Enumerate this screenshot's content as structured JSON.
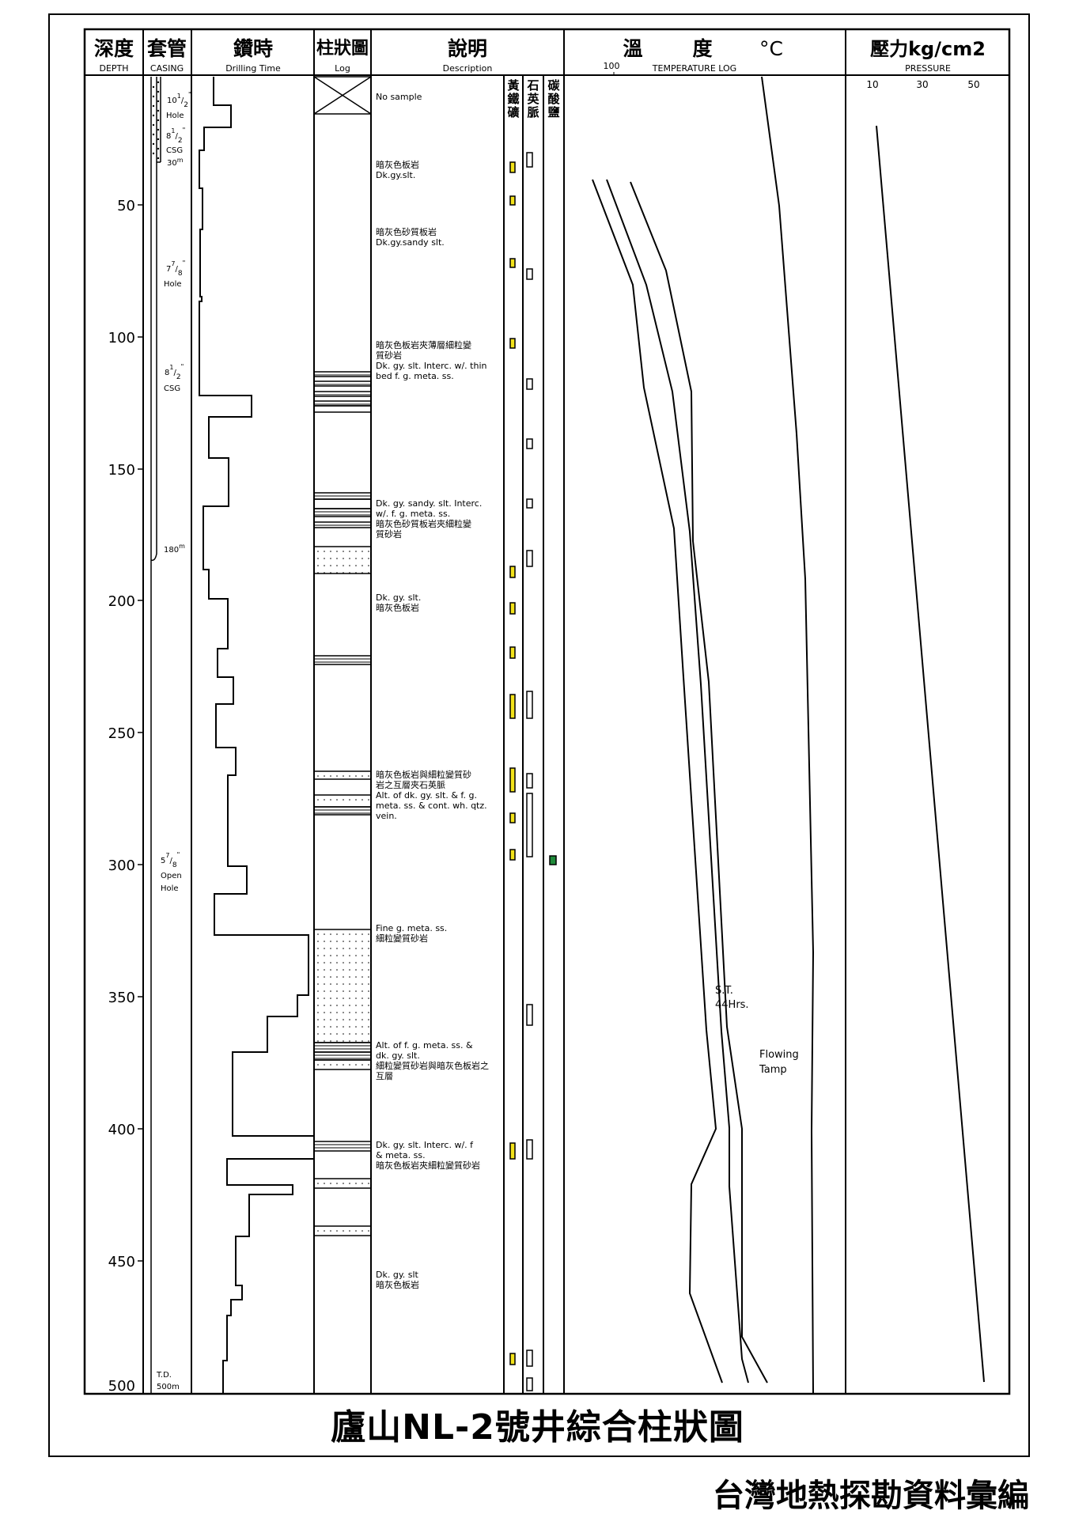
{
  "header": {
    "depth_cn": "深度",
    "depth_en": "DEPTH",
    "casing_cn": "套管",
    "casing_en": "CASING",
    "drill_cn": "鑽時",
    "drill_en": "Drilling Time",
    "log_cn": "柱狀圖",
    "log_en": "Log",
    "desc_cn": "說明",
    "desc_en": "Description",
    "temp_cn1": "溫",
    "temp_cn2": "度",
    "temp_unit": "°C",
    "temp_scale": "100",
    "temp_en": "TEMPERATURE LOG",
    "press_cn": "壓力kg/cm2",
    "press_en": "PRESSURE",
    "press_ticks": [
      "10",
      "30",
      "50"
    ]
  },
  "depth_labels": [
    "50",
    "100",
    "150",
    "200",
    "250",
    "300",
    "350",
    "400",
    "450",
    "500"
  ],
  "minerals": {
    "pyrite": [
      "黃",
      "鐵",
      "礦"
    ],
    "quartz": [
      "石",
      "英",
      "脈"
    ],
    "carbonate": [
      "碳",
      "酸",
      "鹽"
    ]
  },
  "casing_notes": {
    "hole1": {
      "whole": "10",
      "num": "1",
      "den": "2",
      "mark": "\"",
      "label": "Hole"
    },
    "csg1": {
      "whole": "8",
      "num": "1",
      "den": "2",
      "mark": "\"",
      "label": "CSG",
      "depth": "30",
      "sup": "m"
    },
    "hole2": {
      "whole": "7",
      "num": "7",
      "den": "8",
      "mark": "\"",
      "label": "Hole"
    },
    "csg2": {
      "whole": "8",
      "num": "1",
      "den": "2",
      "mark": "\"",
      "label": "CSG"
    },
    "csg2_depth": {
      "value": "180",
      "sup": "m"
    },
    "open": {
      "whole": "5",
      "num": "7",
      "den": "8",
      "mark": "\"",
      "label1": "Open",
      "label2": "Hole"
    },
    "td": {
      "line1": "T.D.",
      "line2": "500m"
    }
  },
  "descriptions": [
    {
      "id": "d0",
      "lines": [
        "No sample"
      ]
    },
    {
      "id": "d1",
      "lines": [
        "暗灰色板岩",
        "Dk.gy.slt."
      ]
    },
    {
      "id": "d2",
      "lines": [
        "暗灰色砂質板岩",
        "Dk.gy.sandy slt."
      ]
    },
    {
      "id": "d3",
      "lines": [
        "暗灰色板岩夾薄層細粒變",
        "質砂岩",
        "Dk. gy. slt. Interc. w/. thin",
        "bed    f. g. meta. ss."
      ]
    },
    {
      "id": "d4",
      "lines": [
        "Dk. gy. sandy. slt. Interc.",
        "w/. f. g. meta. ss.",
        "暗灰色砂質板岩夾細粒變",
        "質砂岩"
      ]
    },
    {
      "id": "d5",
      "lines": [
        "Dk. gy. slt.",
        "暗灰色板岩"
      ]
    },
    {
      "id": "d6",
      "lines": [
        "暗灰色板岩與細粒變質砂",
        "岩之互層夾石英脈",
        "Alt. of dk. gy. slt. & f. g.",
        "meta. ss.   & cont. wh. qtz.",
        "vein."
      ]
    },
    {
      "id": "d7",
      "lines": [
        "Fine g. meta. ss.",
        "細粒變質砂岩"
      ]
    },
    {
      "id": "d8",
      "lines": [
        "Alt. of f. g. meta. ss.  &",
        "dk. gy. slt.",
        "細粒變質砂岩與暗灰色板岩之",
        "互層"
      ]
    },
    {
      "id": "d9",
      "lines": [
        "Dk. gy. slt. Interc.   w/. f",
        "& meta. ss.",
        "暗灰色板岩夾細粒變質砂岩"
      ]
    },
    {
      "id": "d10",
      "lines": [
        "Dk. gy. slt",
        "暗灰色板岩"
      ]
    }
  ],
  "annotations": {
    "st_line1": "S.T.",
    "st_line2": "44Hrs.",
    "flow_line1": "Flowing",
    "flow_line2": "Tamp"
  },
  "colors": {
    "pyrite": "#f2e21a",
    "carbonate": "#1f8a3a",
    "line": "#000000"
  },
  "title": "廬山NL-2號井綜合柱狀圖",
  "subtitle": "台灣地熱探勘資料彙編"
}
